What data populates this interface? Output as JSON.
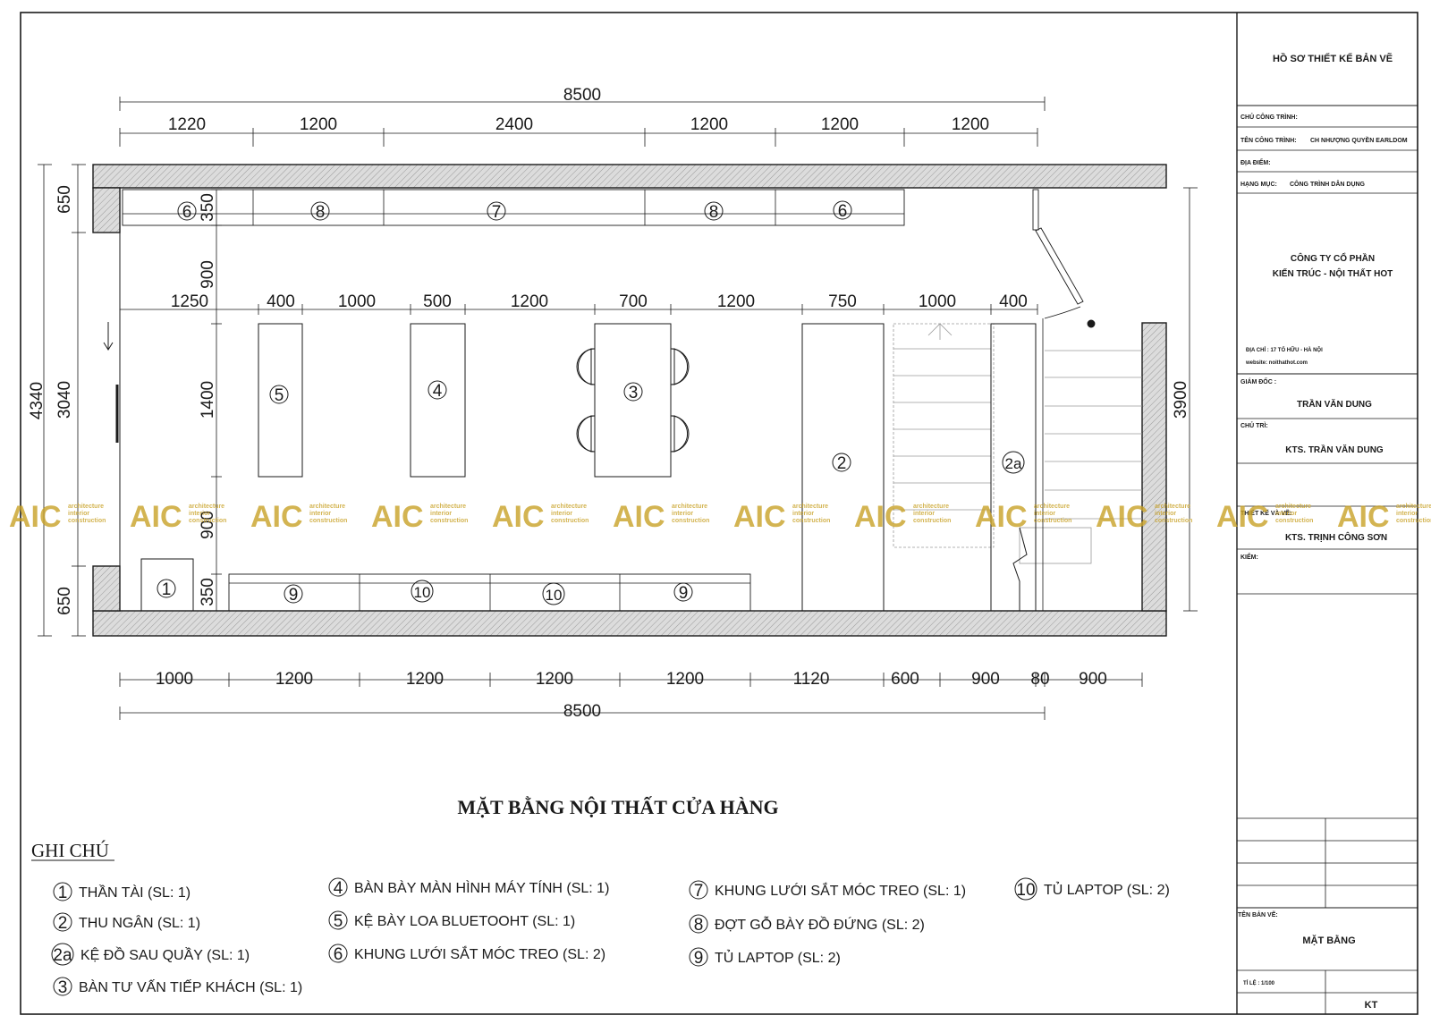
{
  "drawing_title": "MẶT BẰNG NỘI THẤT CỬA HÀNG",
  "title_block": {
    "header": "HỒ SƠ THIẾT KẾ BẢN VẼ",
    "owner_label": "CHỦ CÔNG TRÌNH:",
    "project_label": "TÊN CÔNG TRÌNH:",
    "project_value": "CH NHƯỢNG QUYỀN EARLDOM",
    "location_label": "ĐỊA ĐIỂM:",
    "category_label": "HẠNG MỤC:",
    "category_value": "CÔNG TRÌNH DÂN DỤNG",
    "company_line1": "CÔNG TY CỔ PHẦN",
    "company_line2": "KIẾN TRÚC - NỘI THẤT HOT",
    "address": "ĐỊA CHỈ : 17 TỐ HỮU - HÀ NỘI",
    "website": "website: noithathot.com",
    "director_label": "GIÁM ĐỐC :",
    "director_name": "TRẦN VĂN DUNG",
    "lead_label": "CHỦ TRÌ:",
    "lead_name": "KTS. TRẦN VĂN DUNG",
    "designer_label": "THIẾT KẾ VÀ VẼ:",
    "designer_name": "KTS. TRỊNH CÔNG SƠN",
    "checker_label": "KIỂM:",
    "sheet_name_label": "TÊN BẢN VẼ:",
    "sheet_name": "MẶT BẰNG",
    "scale_label": "TỈ LỆ : 1/100",
    "code": "KT"
  },
  "dimensions": {
    "top_total": "8500",
    "top_segments": [
      "1220",
      "1200",
      "2400",
      "1200",
      "1200",
      "1200"
    ],
    "mid_segments": [
      "1250",
      "400",
      "1000",
      "500",
      "1200",
      "700",
      "1200",
      "750",
      "1000",
      "400"
    ],
    "bottom_segments": [
      "1000",
      "1200",
      "1200",
      "1200",
      "1200",
      "1120",
      "600",
      "900",
      "80",
      "900"
    ],
    "bottom_total": "8500",
    "left_total": "4340",
    "left_outer": [
      "650",
      "3040",
      "650"
    ],
    "left_inner": [
      "350",
      "900",
      "1400",
      "900",
      "350"
    ],
    "right_total": "3900"
  },
  "furniture_tags": {
    "top_row": [
      "6",
      "8",
      "7",
      "8",
      "6"
    ],
    "center": [
      "5",
      "4",
      "3",
      "2",
      "2a"
    ],
    "bottom_row": [
      "1",
      "9",
      "10",
      "10",
      "9"
    ]
  },
  "watermark": {
    "logo": "AIC",
    "text1": "architecture",
    "text2": "interior",
    "text3": "construction"
  },
  "legend": {
    "heading": "GHI CHÚ",
    "items": [
      {
        "num": "1",
        "text": "THẦN TÀI  (SL: 1)"
      },
      {
        "num": "2",
        "text": "THU NGÂN  (SL: 1)"
      },
      {
        "num": "2a",
        "text": "KỆ ĐỒ SAU QUẦY  (SL: 1)"
      },
      {
        "num": "3",
        "text": "BÀN TƯ VẤN TIẾP KHÁCH   (SL: 1)"
      },
      {
        "num": "4",
        "text": "BÀN BÀY MÀN HÌNH MÁY TÍNH   (SL: 1)"
      },
      {
        "num": "5",
        "text": "KỆ BÀY LOA BLUETOOHT  (SL: 1)"
      },
      {
        "num": "6",
        "text": "KHUNG LƯỚI  SẮT MÓC TREO  (SL: 2)"
      },
      {
        "num": "7",
        "text": "KHUNG LƯỚI  SẮT MÓC TREO  (SL: 1)"
      },
      {
        "num": "8",
        "text": "ĐỢT GỖ BÀY ĐỒ ĐỨNG  (SL: 2)"
      },
      {
        "num": "9",
        "text": "TỦ LAPTOP  (SL: 2)"
      },
      {
        "num": "10",
        "text": "TỦ  LAPTOP (SL: 2)"
      }
    ]
  },
  "colors": {
    "line": "#1a1a1a",
    "wall_fill": "#d9d9d9",
    "watermark": "#c9a227",
    "stair_line": "#9a9a9a"
  }
}
